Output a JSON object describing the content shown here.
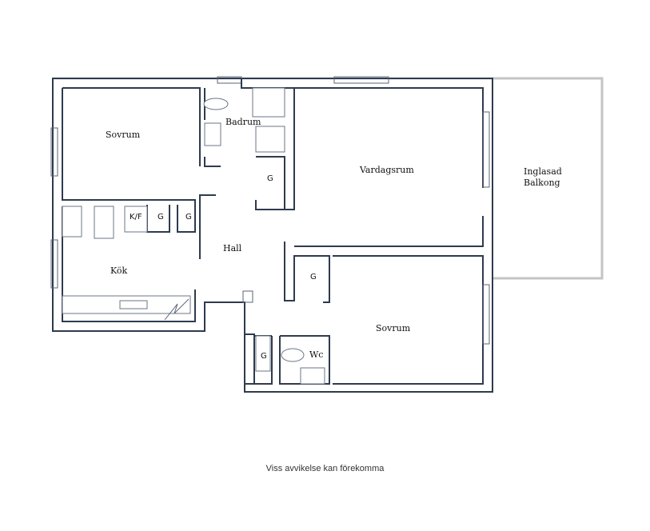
{
  "rooms": {
    "sovrum_1": "Sovrum",
    "badrum": "Badrum",
    "vardagsrum": "Vardagsrum",
    "balkong_line1": "Inglasad",
    "balkong_line2": "Balkong",
    "kok": "Kök",
    "hall": "Hall",
    "sovrum_2": "Sovrum",
    "wc": "Wc"
  },
  "closets": {
    "kf": "K/F",
    "g": "G"
  },
  "footer": "Viss avvikelse kan förekomma"
}
